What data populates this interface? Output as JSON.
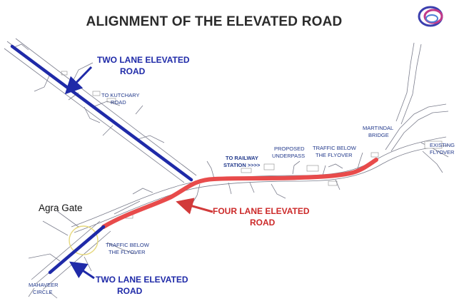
{
  "header": {
    "title": "ALIGNMENT OF THE ELEVATED ROAD",
    "logo_icon": "company-logo-icon"
  },
  "map": {
    "labels": {
      "two_lane_top_1": "TWO LANE ELEVATED",
      "two_lane_top_2": "ROAD",
      "to_kutchary_1": "TO KUTCHARY",
      "to_kutchary_2": "ROAD",
      "to_railway_1": "TO RAILWAY",
      "to_railway_2": "STATION >>>>",
      "proposed_1": "PROPOSED",
      "proposed_2": "UNDERPASS",
      "traffic_right_1": "TRAFFIC BELOW",
      "traffic_right_2": "THE FLYOVER",
      "martindal_1": "MARTINDAL",
      "martindal_2": "BRIDGE",
      "existing_1": "EXISTING",
      "existing_2": "FLYOVER",
      "agra_gate": "Agra Gate",
      "four_lane_1": "FOUR LANE ELEVATED",
      "four_lane_2": "ROAD",
      "traffic_left_1": "TRAFFIC BELOW",
      "traffic_left_2": "THE FLYOVER",
      "two_lane_bottom_1": "TWO LANE ELEVATED",
      "two_lane_bottom_2": "ROAD",
      "mahaveer_1": "MAHAVEER",
      "mahaveer_2": "CIRCLE"
    },
    "legend_colors": {
      "two_lane": "#1f2aa8",
      "four_lane": "#e84b4b",
      "base_road": "#7a7a8a"
    }
  }
}
